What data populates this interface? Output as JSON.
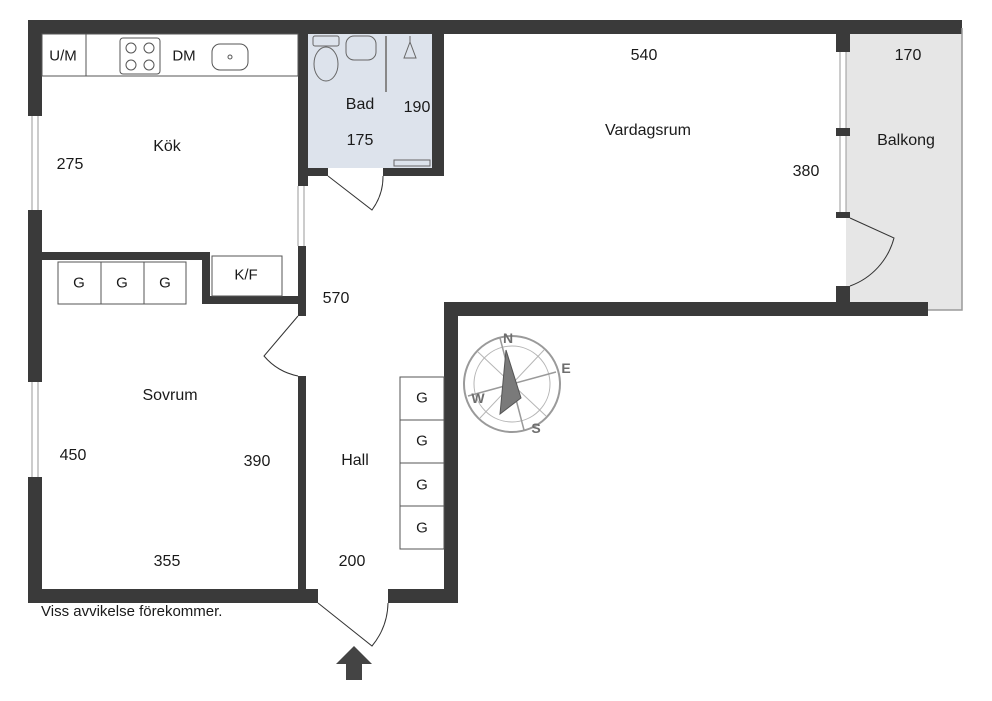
{
  "rooms": {
    "kitchen": "Kök",
    "bathroom": "Bad",
    "living": "Vardagsrum",
    "balcony": "Balkong",
    "bedroom": "Sovrum",
    "hall": "Hall"
  },
  "dimensions": {
    "kitchen_width": "275",
    "bath_height": "190",
    "bath_width": "175",
    "living_width": "540",
    "living_height": "380",
    "balcony_width": "170",
    "hall_length": "570",
    "bedroom_width": "450",
    "bedroom_height": "390",
    "bedroom_bottom": "355",
    "hall_width": "200"
  },
  "fixtures": {
    "washer": "U/M",
    "dishwasher": "DM",
    "fridge_freezer": "K/F",
    "wardrobe_mark": "G"
  },
  "compass": {
    "n": "N",
    "e": "E",
    "s": "S",
    "w": "W"
  },
  "note": "Viss avvikelse förekommer.",
  "colors": {
    "wall": "#3a3a3a",
    "bath_floor": "#dde3ec",
    "balcony_floor": "#e6e6e6"
  }
}
